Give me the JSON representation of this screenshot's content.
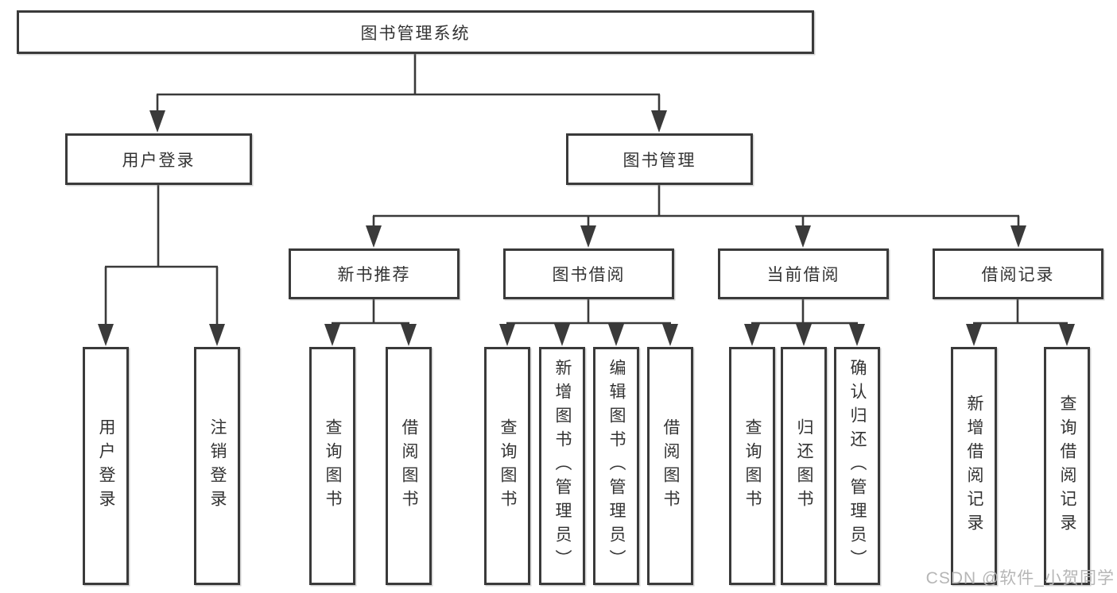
{
  "diagram": {
    "title": "图书管理系统",
    "nodes": {
      "root": {
        "label": "图书管理系统"
      },
      "user_login": {
        "label": "用户登录"
      },
      "book_mgmt": {
        "label": "图书管理"
      },
      "new_book": {
        "label": "新书推荐"
      },
      "borrowing": {
        "label": "图书借阅"
      },
      "current": {
        "label": "当前借阅"
      },
      "records": {
        "label": "借阅记录"
      },
      "user_login_leaf": {
        "label": "用户登录"
      },
      "logout_leaf": {
        "label": "注销登录"
      },
      "nb_query": {
        "label": "查询图书"
      },
      "nb_borrow": {
        "label": "借阅图书"
      },
      "bb_query": {
        "label": "查询图书"
      },
      "bb_add": {
        "label": "新增图书（管理员）"
      },
      "bb_edit": {
        "label": "编辑图书（管理员）"
      },
      "bb_borrow": {
        "label": "借阅图书"
      },
      "cb_query": {
        "label": "查询图书"
      },
      "cb_return": {
        "label": "归还图书"
      },
      "cb_confirm": {
        "label": "确认归还（管理员）"
      },
      "br_add": {
        "label": "新增借阅记录"
      },
      "br_query": {
        "label": "查询借阅记录"
      }
    },
    "watermark": "CSDN @软件_小贺同学"
  }
}
